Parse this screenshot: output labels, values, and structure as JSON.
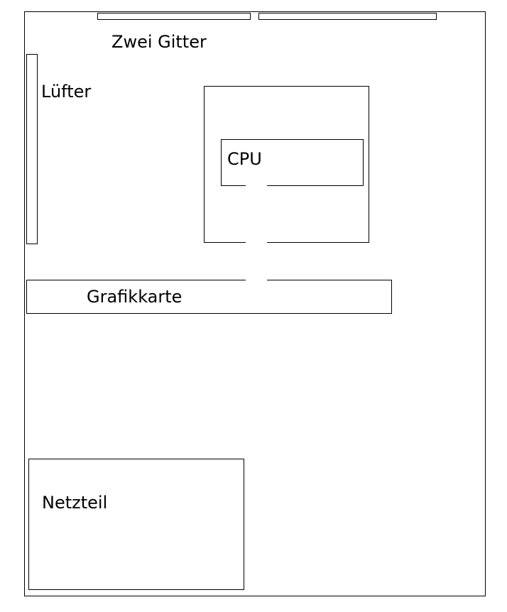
{
  "diagram": {
    "labels": {
      "grilles": "Zwei Gitter",
      "fan": "Lüfter",
      "cpu": "CPU",
      "graphics_card": "Grafikkarte",
      "power_supply": "Netzteil"
    },
    "stroke_color": "#000000",
    "background_color": "#ffffff"
  }
}
